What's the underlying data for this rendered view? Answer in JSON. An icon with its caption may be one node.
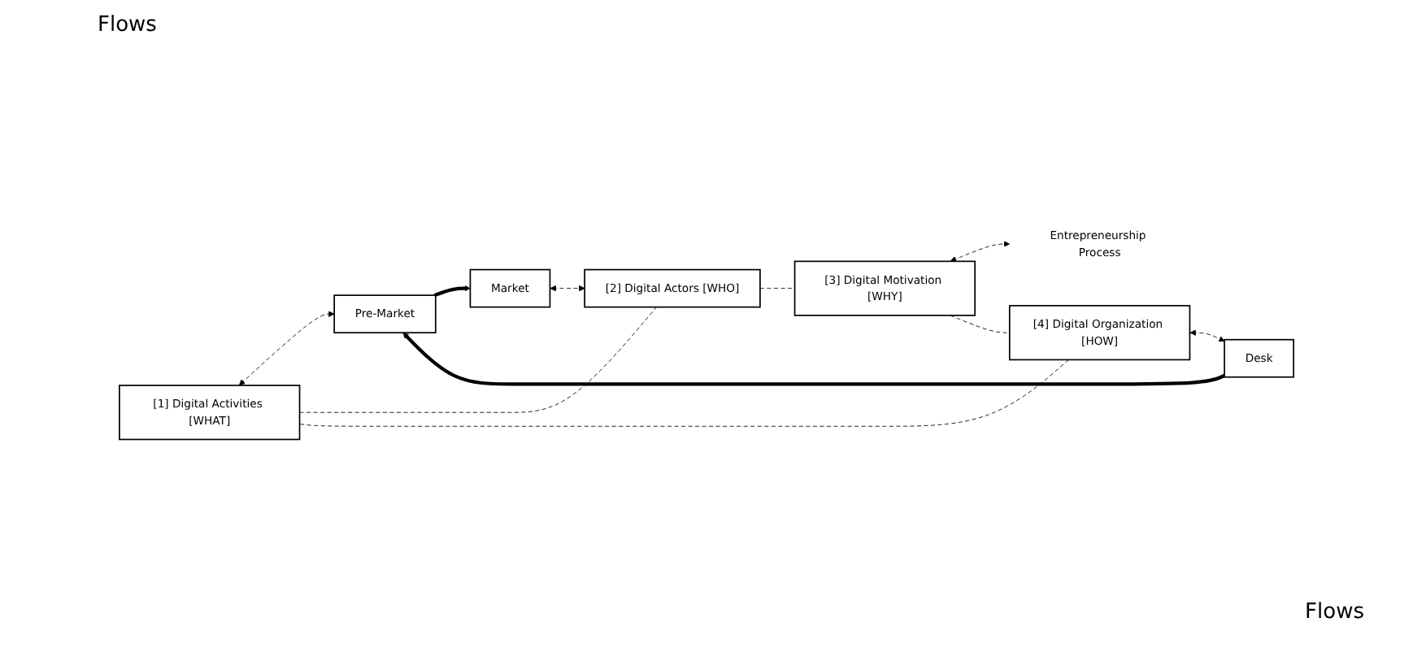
{
  "diagram": {
    "nodes": [
      {
        "text": [
          "[1] Digital Activities [WHAT]"
        ]
      },
      {
        "text": [
          "[4] Digital Organization [HOW]"
        ]
      },
      {
        "text": [
          "Desk"
        ]
      },
      {
        "text": [
          "Pre-Market"
        ]
      },
      {
        "text": [
          "Market"
        ]
      },
      {
        "text": [
          "[2] Digital Actors [WHO]"
        ]
      },
      {
        "text": [
          "Entrepreneurship Process"
        ]
      },
      {
        "text": [
          "[3] Digital Motivation [WHY]"
        ]
      }
    ],
    "edges": [
      {
        "from": 0,
        "to": 3,
        "arrow": "both",
        "style": "dashed"
      },
      {
        "from": 1,
        "to": 2,
        "arrow": "both",
        "style": "dashed"
      },
      {
        "from": 2,
        "to": 3,
        "arrow": "to",
        "style": "thick"
      },
      {
        "from": 3,
        "to": 4,
        "arrow": "to",
        "style": "thick"
      },
      {
        "from": 4,
        "to": 5,
        "arrow": "both",
        "style": "dashed"
      },
      {
        "from": 7,
        "to": 6,
        "arrow": "both",
        "style": "dashed"
      },
      {
        "from": 0,
        "to": 5,
        "arrow": "none",
        "style": "dashed"
      },
      {
        "from": 5,
        "to": 7,
        "arrow": "none",
        "style": "dashed"
      },
      {
        "from": 7,
        "to": 1,
        "arrow": "none",
        "style": "dashed"
      },
      {
        "from": 1,
        "to": 0,
        "arrow": "none",
        "style": "dashed"
      }
    ],
    "labels": [
      "Flows",
      "Flows"
    ]
  }
}
